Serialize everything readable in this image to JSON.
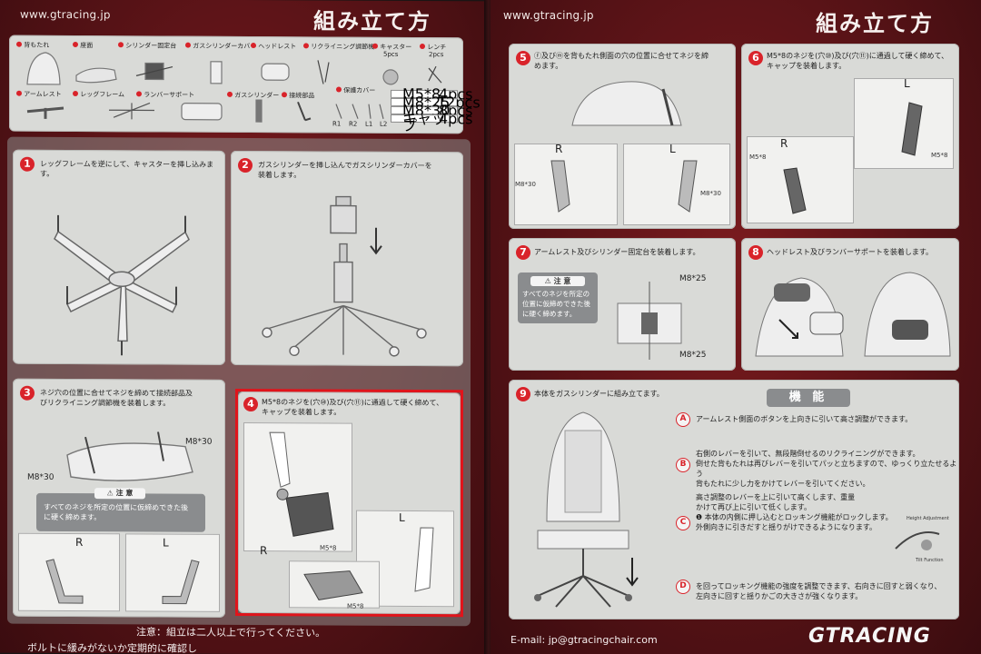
{
  "left_page": {
    "url": "www.gtracing.jp",
    "title": "組み立て方",
    "parts": {
      "row1": [
        {
          "id": "a",
          "name": "背もたれ"
        },
        {
          "id": "b",
          "name": "座面"
        },
        {
          "id": "c",
          "name": "シリンダー固定台"
        },
        {
          "id": "d",
          "name": "ガスシリンダーカバー"
        },
        {
          "id": "e",
          "name": "ヘッドレスト"
        },
        {
          "id": "f",
          "name": "リクライニング調節機"
        },
        {
          "id": "g",
          "name": "キャスター",
          "qty": "5pcs"
        },
        {
          "id": "h",
          "name": "レンチ",
          "qty": "2pcs"
        }
      ],
      "row2": [
        {
          "id": "i",
          "name": "アームレスト"
        },
        {
          "id": "j",
          "name": "レッグフレーム"
        },
        {
          "id": "k",
          "name": "ランバーサポート"
        },
        {
          "id": "l",
          "name": "ガスシリンダー"
        },
        {
          "id": "m",
          "name": "接続部品"
        },
        {
          "id": "n",
          "name": "保護カバー"
        }
      ],
      "cover_labels": [
        "R1",
        "R2",
        "L1",
        "L2"
      ],
      "screws": [
        {
          "id": "o",
          "size": "M5*8",
          "qty": "4pcs"
        },
        {
          "id": "p",
          "size": "M8*25",
          "qty": "12pcs"
        },
        {
          "id": "q",
          "size": "M8*30",
          "qty": "8pcs"
        },
        {
          "id": "s",
          "size": "キャップ",
          "qty": "4pcs"
        }
      ]
    },
    "steps": [
      {
        "num": "1",
        "text": "レッグフレームを逆にして、キャスターを挿し込みます。"
      },
      {
        "num": "2",
        "text": "ガスシリンダーを挿し込んでガスシリンダーカバーを\n装着します。"
      },
      {
        "num": "3",
        "text": "ネジ穴の位置に合せてネジを締めて接続部品及\nびリクライニング調節機を装着します。"
      },
      {
        "num": "4",
        "text": "M5*8のネジを(穴⑩)及び(穴⑪)に通過して硬く締めて、\nキャップを装着します。"
      }
    ],
    "step3_labels": {
      "m8_30_a": "M8*30",
      "m8_30_b": "M8*30",
      "r": "R",
      "l": "L"
    },
    "step4_labels": {
      "r": "R",
      "l": "L",
      "m5_8_a": "M5*8",
      "m5_8_b": "M5*8"
    },
    "caution": {
      "head": "⚠ 注 意",
      "text": "すべてのネジを所定の位置に仮締めできた後\nに硬く締めます。"
    },
    "footer_1": "注意：組立は二人以上で行ってください。",
    "footer_2": "ボルトに緩みがないか定期的に確認し"
  },
  "right_page": {
    "url": "www.gtracing.jp",
    "title": "組み立て方",
    "steps": [
      {
        "num": "5",
        "text": "ⓕ及びⓜを背もたれ側面の穴の位置に合せてネジを締\nめます。"
      },
      {
        "num": "6",
        "text": "M5*8のネジを(穴⑩)及び(穴⑪)に通過して硬く締めて、\nキャップを装着します。"
      },
      {
        "num": "7",
        "text": "アームレスト及びシリンダー固定台を装着します。"
      },
      {
        "num": "8",
        "text": "ヘッドレスト及びランバーサポートを装着します。"
      },
      {
        "num": "9",
        "text": "本体をガスシリンダーに組み立てます。"
      }
    ],
    "step5_labels": {
      "r": "R",
      "l": "L",
      "m8_30_a": "M8*30",
      "m8_30_b": "M8*30"
    },
    "step6_labels": {
      "r": "R",
      "l": "L",
      "m5_8_a": "M5*8",
      "m5_8_b": "M5*8"
    },
    "step7_labels": {
      "p_top": "M8*25",
      "p_bottom": "M8*25"
    },
    "caution": {
      "head": "⚠ 注 意",
      "text": "すべてのネジを所定の\n位置に仮締めできた後\nに硬く締めます。"
    },
    "functions": {
      "title": "機 能",
      "items": [
        {
          "letter": "A",
          "text": "アームレスト側面のボタンを上向きに引いて高さ調整ができます。"
        },
        {
          "letter": "B",
          "text": "右側のレバーを引いて、無段階倒せるのリクライニングができます。\n倒せた背もたれは再びレバーを引いてパッと立ちますので、ゆっくり立たせるよう\n背もたれに少し力をかけてレバーを引いてください。"
        },
        {
          "letter": "C",
          "text": "高さ調整のレバーを上に引いて高くします、重量\nかけて再び上に引いて低くします。\n❶ 本体の内側に押し込むとロッキング機能がロックします。\n外側向きに引きだすと揺りがけできるようになります。"
        },
        {
          "letter": "D",
          "text": "を回ってロッキング機能の強度を調整できます、右向きに回すと弱くなり、\n左向きに回すと揺りかごの大きさが強くなります。"
        }
      ],
      "note_height": "Height Adjustment",
      "note_tilt": "Tilt Function"
    },
    "email": "E-mail: jp@gtracingchair.com",
    "brand": "GTRACING"
  },
  "colors": {
    "accent_red": "#d9232a",
    "page_red": "#6b171b",
    "card_gray": "#d9dad7"
  }
}
